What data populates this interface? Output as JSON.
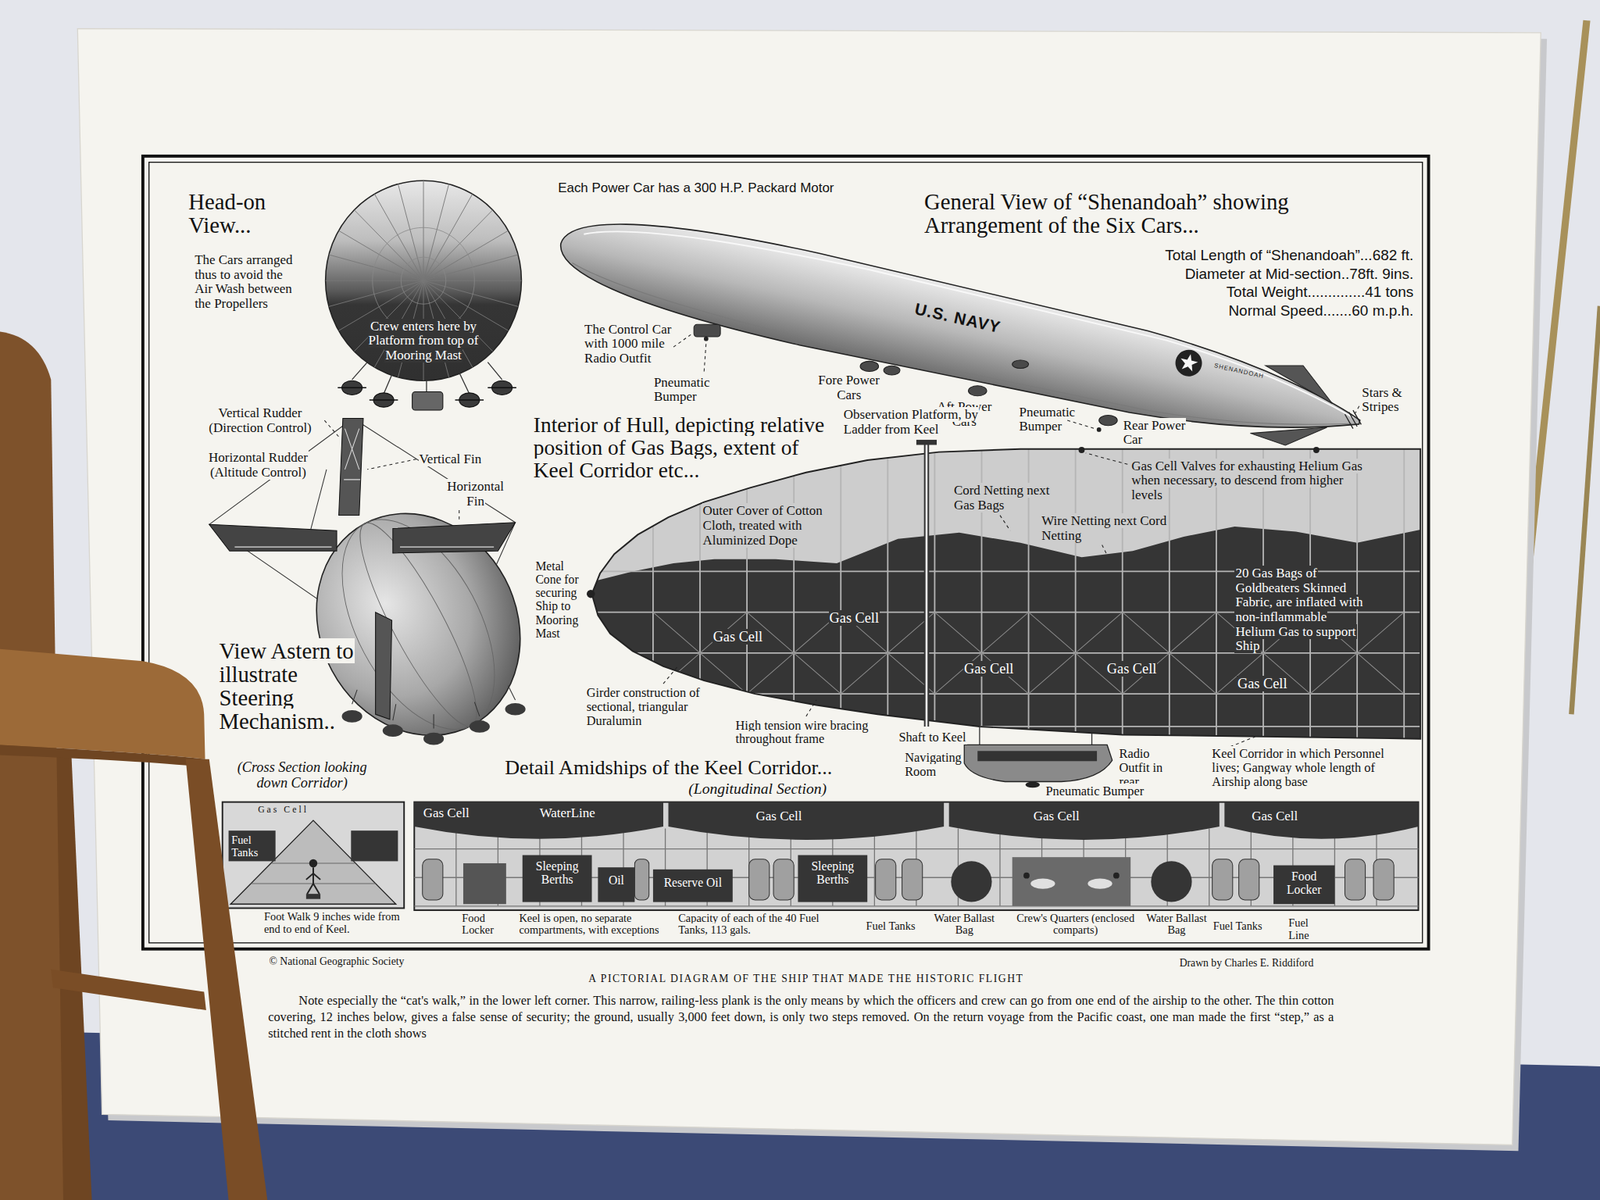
{
  "diagram": {
    "title": "A PICTORIAL DIAGRAM OF THE SHIP THAT MADE THE HISTORIC FLIGHT",
    "caption": "Note especially the “cat's walk,” in the lower left corner. This narrow, railing-less plank is the only means by which the officers and crew can go from one end of the airship to the other. The thin cotton covering, 12 inches below, gives a false sense of security; the ground, usually 3,000 feet down, is only two steps removed. On the return voyage from the Pacific coast, one man made the first “step,” as a stitched rent in the cloth shows",
    "labels": [
      "Head-on View...",
      "The Cars arranged thus to avoid the Air Wash between the Propellers",
      "Crew enters here by Platform from top of Mooring Mast",
      "Each Power Car has a 300 H.P. Packard Motor",
      "General View of “Shenandoah” showing Arrangement of the Six Cars...",
      "Total Length of “Shenandoah”...682 ft.",
      "Diameter at Mid-section..78ft. 9ins.",
      "Total Weight..............41 tons",
      "Normal Speed.......60 m.p.h.",
      "U.S. NAVY",
      "SHENANDOAH",
      "The Control Car with 1000 mile Radio Outfit",
      "Pneumatic Bumper",
      "Fore Power Cars",
      "Aft Power Cars",
      "Pneumatic Bumper",
      "Rear Power Car",
      "Stars & Stripes",
      "Vertical Rudder (Direction Control)",
      "Horizontal Rudder (Altitude Control)",
      "Vertical Fin",
      "Horizontal Fin",
      "View Astern to illustrate Steering Mechanism..",
      "Interior of Hull, depicting relative position of Gas Bags, extent of Keel Corridor etc...",
      "Observation Platform, by Ladder from Keel",
      "Gas Cell Valves for exhausting Helium Gas when necessary, to descend from higher levels",
      "Cord Netting next Gas Bags",
      "Wire Netting next Cord Netting",
      "Outer Cover of Cotton Cloth, treated with Aluminized Dope",
      "20 Gas Bags of Goldbeaters Skinned Fabric, are inflated with non-inflammable Helium Gas to support Ship",
      "Metal Cone for securing Ship to Mooring Mast",
      "Gas Cell",
      "Gas Cell",
      "Gas Cell",
      "Gas Cell",
      "Gas Cell",
      "Girder construction of sectional, triangular Duralumin",
      "High tension wire bracing throughout frame",
      "Shaft to Keel",
      "Navigating Room",
      "Radio Outfit in rear",
      "Pneumatic Bumper",
      "Keel Corridor in which Personnel lives; Gangway whole length of Airship along base",
      "(Cross Section looking down Corridor)",
      "Detail Amidships of the Keel Corridor...",
      "(Longitudinal Section)",
      "Gas Cell",
      "Fuel Tanks",
      "Foot Walk 9 inches wide from end to end of Keel.",
      "Gas Cell",
      "WaterLine",
      "Gas Cell",
      "Gas Cell",
      "Gas Cell",
      "Sleeping Berths",
      "Oil",
      "Reserve Oil",
      "Sleeping Berths",
      "Food Locker",
      "Food Locker",
      "Keel is open, no separate compartments, with exceptions",
      "Capacity of each of the 40 Fuel Tanks, 113 gals.",
      "Fuel Tanks",
      "Water Ballast Bag",
      "Crew's Quarters (enclosed comparts)",
      "Water Ballast Bag",
      "Fuel Tanks",
      "Fuel Line",
      "© National Geographic Society",
      "Drawn by Charles E. Riddiford"
    ]
  }
}
